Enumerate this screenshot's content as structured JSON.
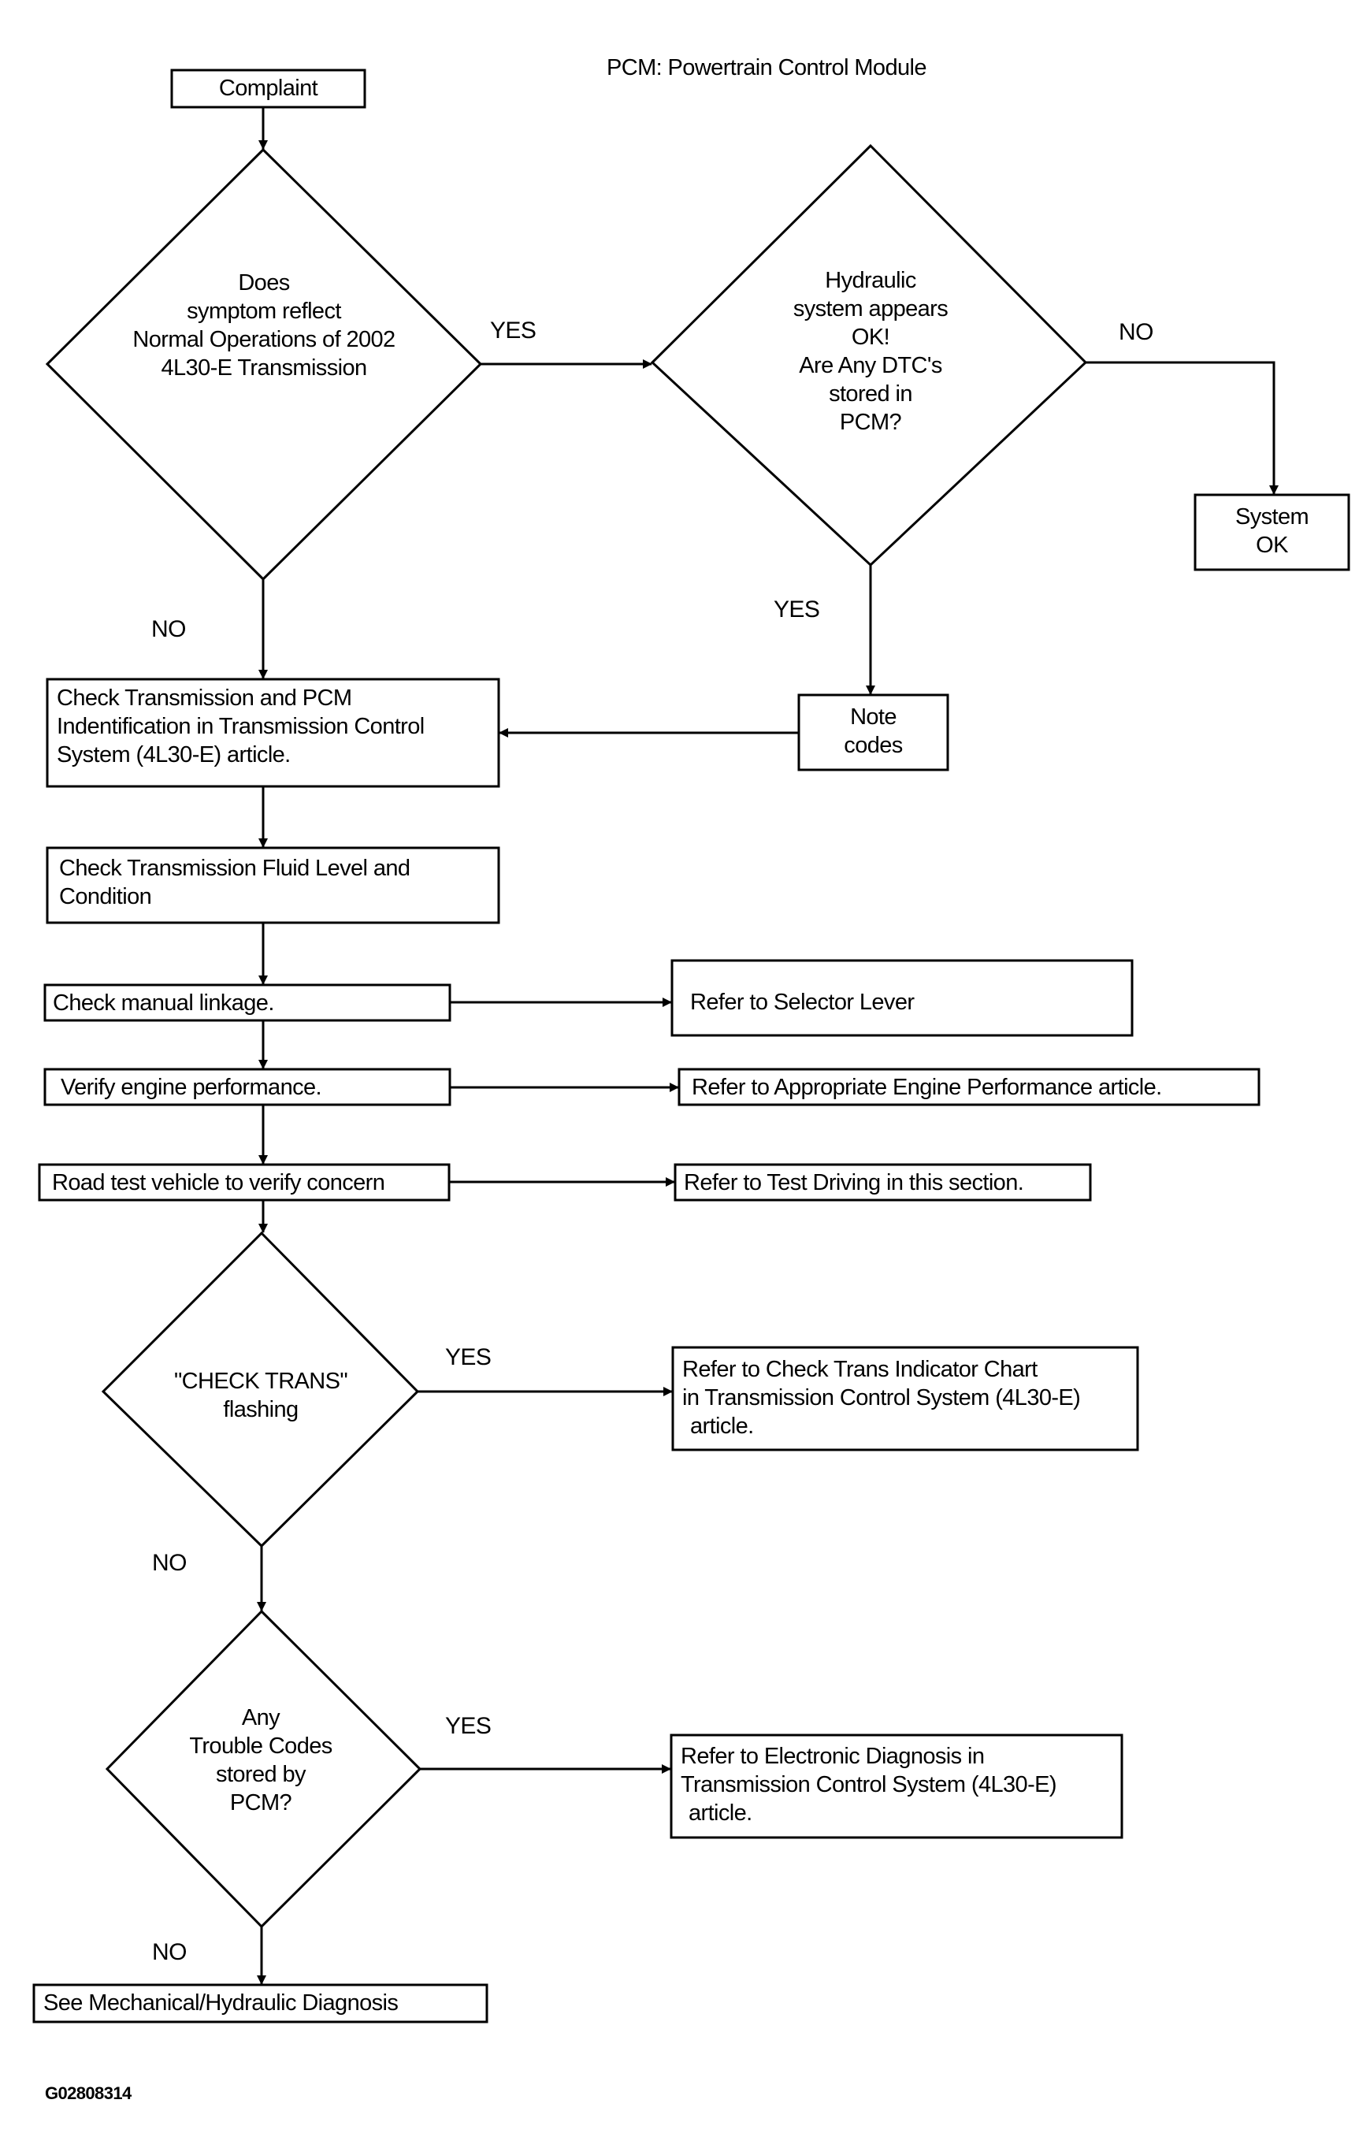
{
  "legend": "PCM: Powertrain Control Module",
  "figure_code": "G02808314",
  "nodes": {
    "complaint": "Complaint",
    "d1": [
      "Does",
      "symptom reflect",
      "Normal Operations of 2002",
      "4L30-E Transmission"
    ],
    "d2": [
      "Hydraulic",
      "system appears",
      "OK!",
      "Are Any DTC's",
      "stored in",
      "PCM?"
    ],
    "system_ok": [
      "System",
      "OK"
    ],
    "note_codes": [
      "Note",
      "codes"
    ],
    "check_id": [
      "Check Transmission and PCM",
      "Indentification in Transmission Control",
      "System (4L30-E) article."
    ],
    "check_fluid": [
      "Check Transmission Fluid Level and",
      "Condition"
    ],
    "check_linkage": "Check manual linkage.",
    "refer_selector": "Refer to Selector Lever",
    "verify_engine": "Verify engine performance.",
    "refer_engine": "Refer to Appropriate Engine Performance article.",
    "road_test": "Road test vehicle to verify concern",
    "refer_test_driving": "Refer to Test Driving in this section.",
    "d3": [
      "\"CHECK TRANS\"",
      "flashing"
    ],
    "refer_check_trans": [
      "Refer to Check Trans Indicator Chart",
      "in Transmission Control System (4L30-E)",
      "article."
    ],
    "d4": [
      "Any",
      "Trouble Codes",
      "stored by",
      "PCM?"
    ],
    "refer_electronic": [
      "Refer to Electronic Diagnosis in",
      "Transmission Control System (4L30-E)",
      "article."
    ],
    "see_mechanical": "See Mechanical/Hydraulic Diagnosis"
  },
  "edge_labels": {
    "d1_yes": "YES",
    "d1_no": "NO",
    "d2_no": "NO",
    "d2_yes": "YES",
    "d3_yes": "YES",
    "d3_no": "NO",
    "d4_yes": "YES",
    "d4_no": "NO"
  }
}
